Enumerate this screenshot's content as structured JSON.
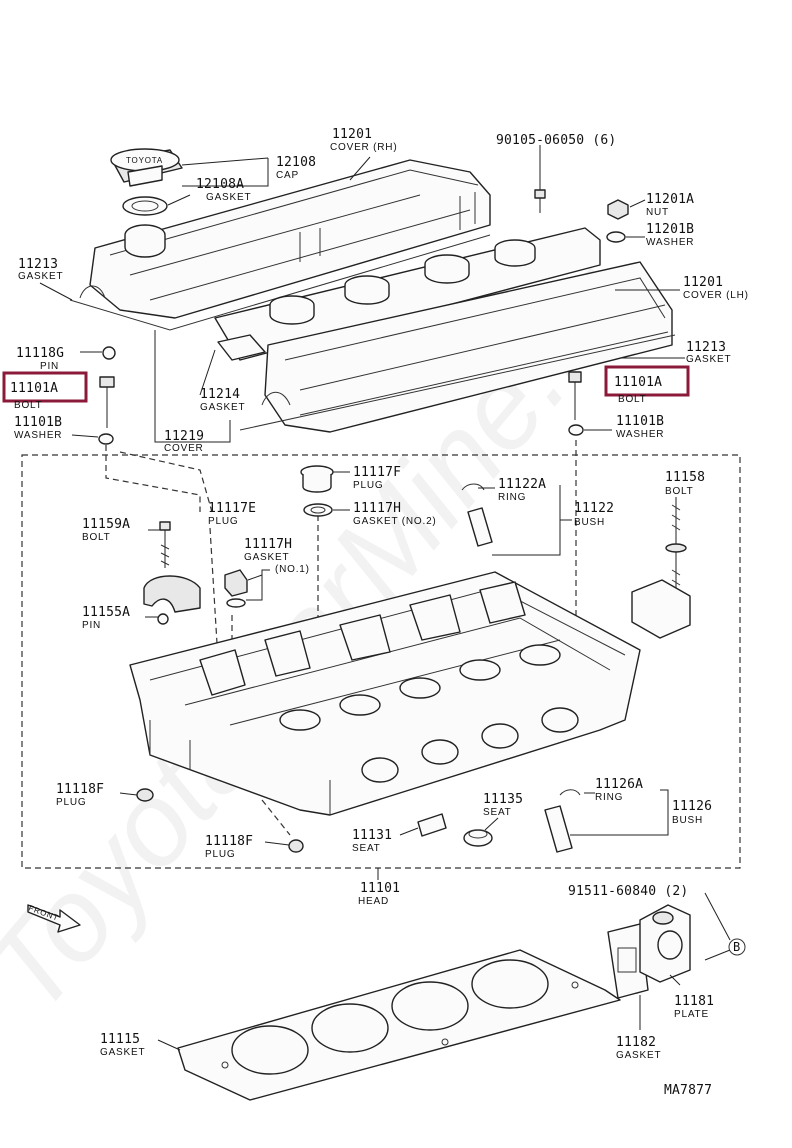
{
  "colors": {
    "highlight": "#8b1a3a",
    "ink": "#222222"
  },
  "watermark": "ToyotaCarMine.ru",
  "labels": {
    "p11201_rh": {
      "num": "11201",
      "name": "COVER (RH)"
    },
    "p90105": {
      "num": "90105-06050 (6)",
      "name": ""
    },
    "p12108": {
      "num": "12108",
      "name": "CAP"
    },
    "p12108A": {
      "num": "12108A",
      "name": "GASKET"
    },
    "p11201A": {
      "num": "11201A",
      "name": "NUT"
    },
    "p11201B": {
      "num": "11201B",
      "name": "WASHER"
    },
    "p11213_top": {
      "num": "11213",
      "name": "GASKET"
    },
    "p11201_lh": {
      "num": "11201",
      "name": "COVER (LH)"
    },
    "p11118G": {
      "num": "11118G",
      "name": "PIN"
    },
    "p11101A_l": {
      "num": "11101A",
      "name": "BOLT"
    },
    "p11101B_l": {
      "num": "11101B",
      "name": "WASHER"
    },
    "p11214": {
      "num": "11214",
      "name": "GASKET"
    },
    "p11219": {
      "num": "11219",
      "name": "COVER"
    },
    "p11213_r": {
      "num": "11213",
      "name": "GASKET"
    },
    "p11101A_r": {
      "num": "11101A",
      "name": "BOLT"
    },
    "p11101B_r": {
      "num": "11101B",
      "name": "WASHER"
    },
    "p11117F": {
      "num": "11117F",
      "name": "PLUG"
    },
    "p11117H_top": {
      "num": "11117H",
      "name": "GASKET (NO.2)"
    },
    "p11122A": {
      "num": "11122A",
      "name": "RING"
    },
    "p11122": {
      "num": "11122",
      "name": "BUSH"
    },
    "p11158": {
      "num": "11158",
      "name": "BOLT"
    },
    "p11117E": {
      "num": "11117E",
      "name": "PLUG"
    },
    "p11159A": {
      "num": "11159A",
      "name": "BOLT"
    },
    "p11117H_mid": {
      "num": "11117H",
      "name": "GASKET",
      "extra": "(NO.1)"
    },
    "p11155A": {
      "num": "11155A",
      "name": "PIN"
    },
    "p11118F_l": {
      "num": "11118F",
      "name": "PLUG"
    },
    "p11126A": {
      "num": "11126A",
      "name": "RING"
    },
    "p11126": {
      "num": "11126",
      "name": "BUSH"
    },
    "p11135": {
      "num": "11135",
      "name": "SEAT"
    },
    "p11131": {
      "num": "11131",
      "name": "SEAT"
    },
    "p11118F_b": {
      "num": "11118F",
      "name": "PLUG"
    },
    "p11101": {
      "num": "11101",
      "name": "HEAD"
    },
    "p91511": {
      "num": "91511-60840 (2)",
      "name": ""
    },
    "p11181": {
      "num": "11181",
      "name": "PLATE"
    },
    "p11182": {
      "num": "11182",
      "name": "GASKET"
    },
    "p11115": {
      "num": "11115",
      "name": "GASKET"
    }
  },
  "front_label": "FRONT",
  "ref_marker": "B",
  "diagram_code": "MA7877",
  "cap_brand": "TOYOTA"
}
